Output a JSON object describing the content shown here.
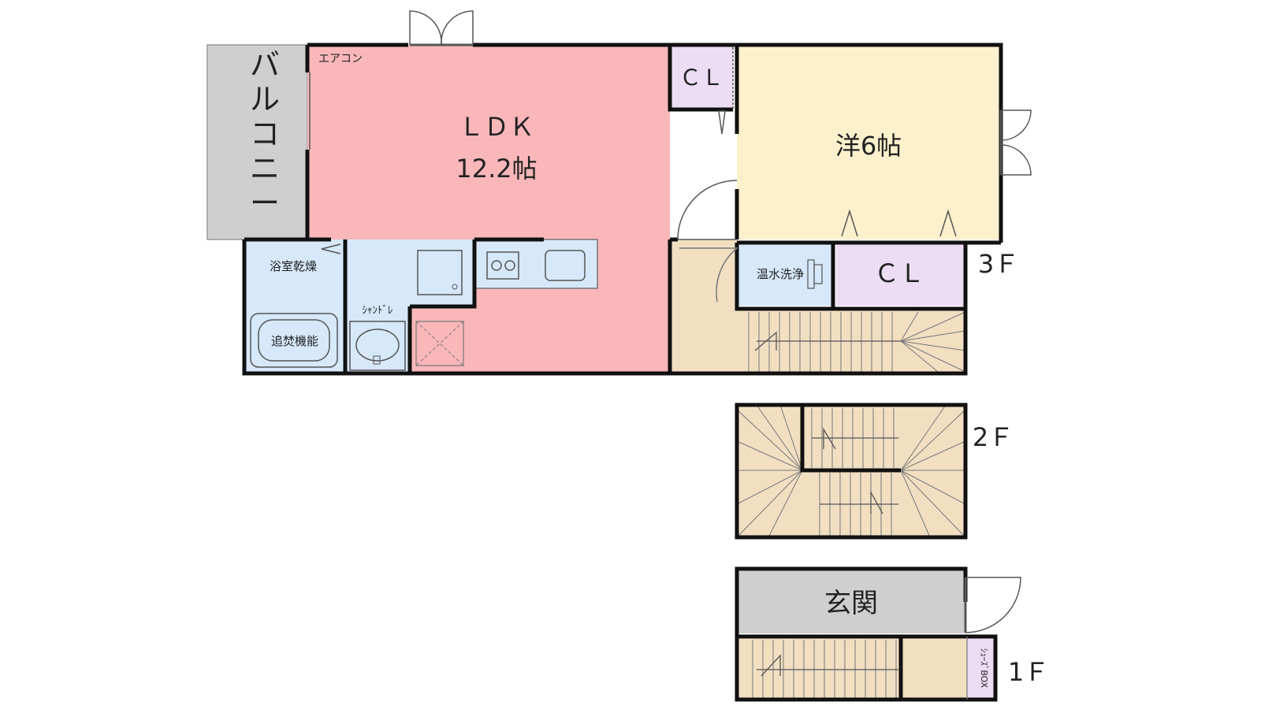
{
  "colors": {
    "ldk": "#f9b7b9",
    "western": "#fdf1cd",
    "closet": "#ecdcf4",
    "wet": "#d6e8f9",
    "balcony": "#cfcfcf",
    "stairs": "#f2dfc2",
    "genkan": "#cfcfcf",
    "shoebox": "#ecdcf4",
    "wall": "#111111"
  },
  "floor3": {
    "label": "3Ｆ",
    "aircon": "エアコン",
    "balcony": "バルコニー",
    "ldk": {
      "name": "ＬＤＫ",
      "size": "12.2帖"
    },
    "western": {
      "name": "洋6帖"
    },
    "cl_top": "ＣＬ",
    "cl_bottom": "ＣＬ",
    "bath_dry": "浴室乾燥",
    "reheat": "追焚機能",
    "shampoo": "ｼｬﾝﾄﾞﾚ",
    "washlet": "温水洗浄"
  },
  "floor2": {
    "label": "2Ｆ"
  },
  "floor1": {
    "label": "1Ｆ",
    "genkan": "玄関",
    "shoebox": "ｼｭｰｽﾞBOX"
  }
}
